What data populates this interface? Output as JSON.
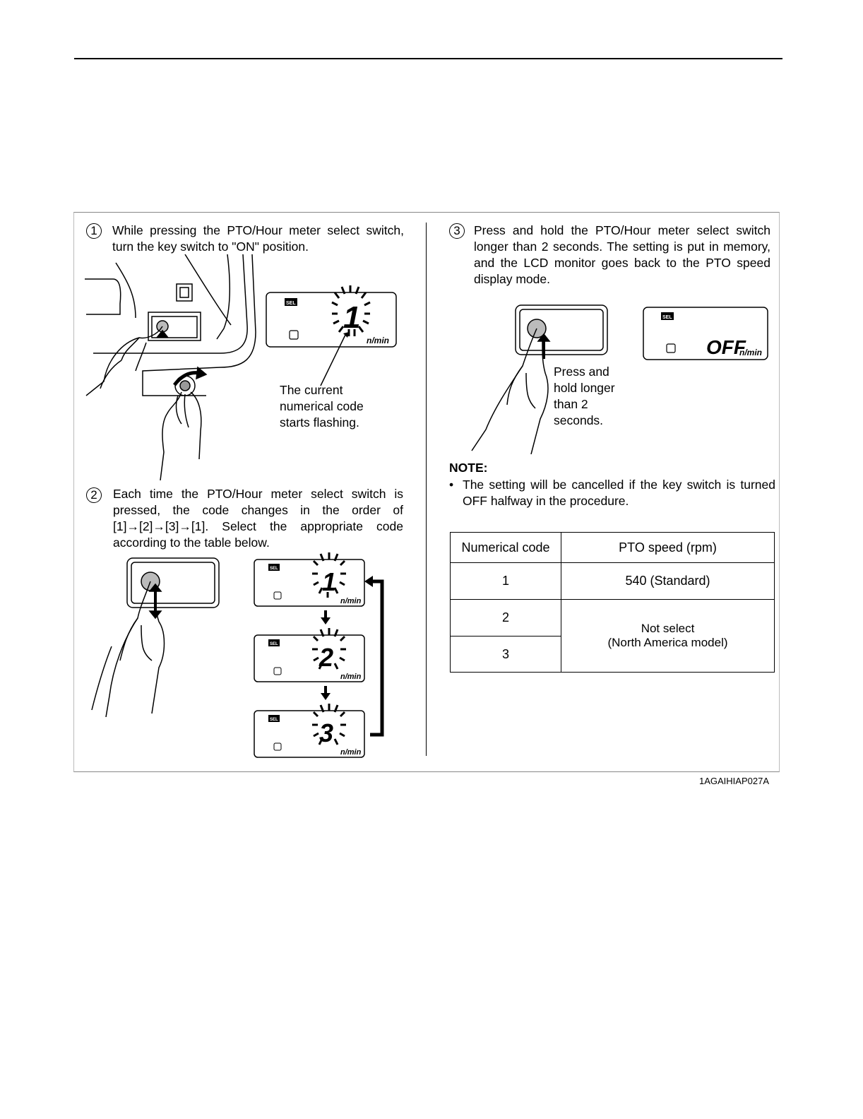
{
  "steps": [
    {
      "num": "1",
      "text": "While pressing the PTO/Hour meter select switch, turn the key switch to \"ON\" position."
    },
    {
      "num": "2",
      "text": "Each time the PTO/Hour meter select switch is pressed, the code changes in the order of [1]→[2]→[3]→[1]. Select the appropriate code according to the table below."
    },
    {
      "num": "3",
      "text": "Press and hold the PTO/Hour meter select switch longer than 2 seconds. The setting is put in memory, and the LCD monitor goes back to the PTO speed display mode."
    }
  ],
  "callouts": {
    "flashing": "The current numerical code starts flashing.",
    "press_hold": "Press and hold longer than 2 seconds."
  },
  "lcd": {
    "sel": "SEL",
    "unit": "n/min",
    "digits": [
      "1",
      "2",
      "3"
    ],
    "off": "OFF"
  },
  "note": {
    "title": "NOTE:",
    "bullet": "•",
    "text": "The setting will be cancelled if the key switch is turned OFF halfway in the procedure."
  },
  "table": {
    "headers": [
      "Numerical code",
      "PTO speed (rpm)"
    ],
    "rows": [
      {
        "code": "1",
        "speed": "540 (Standard)"
      },
      {
        "code": "2",
        "speed": "Not select (North America model)"
      },
      {
        "code": "3",
        "speed": ""
      }
    ],
    "merged_speed_line1": "Not select",
    "merged_speed_line2": "(North America model)"
  },
  "figure_code": "1AGAIHIAP027A"
}
